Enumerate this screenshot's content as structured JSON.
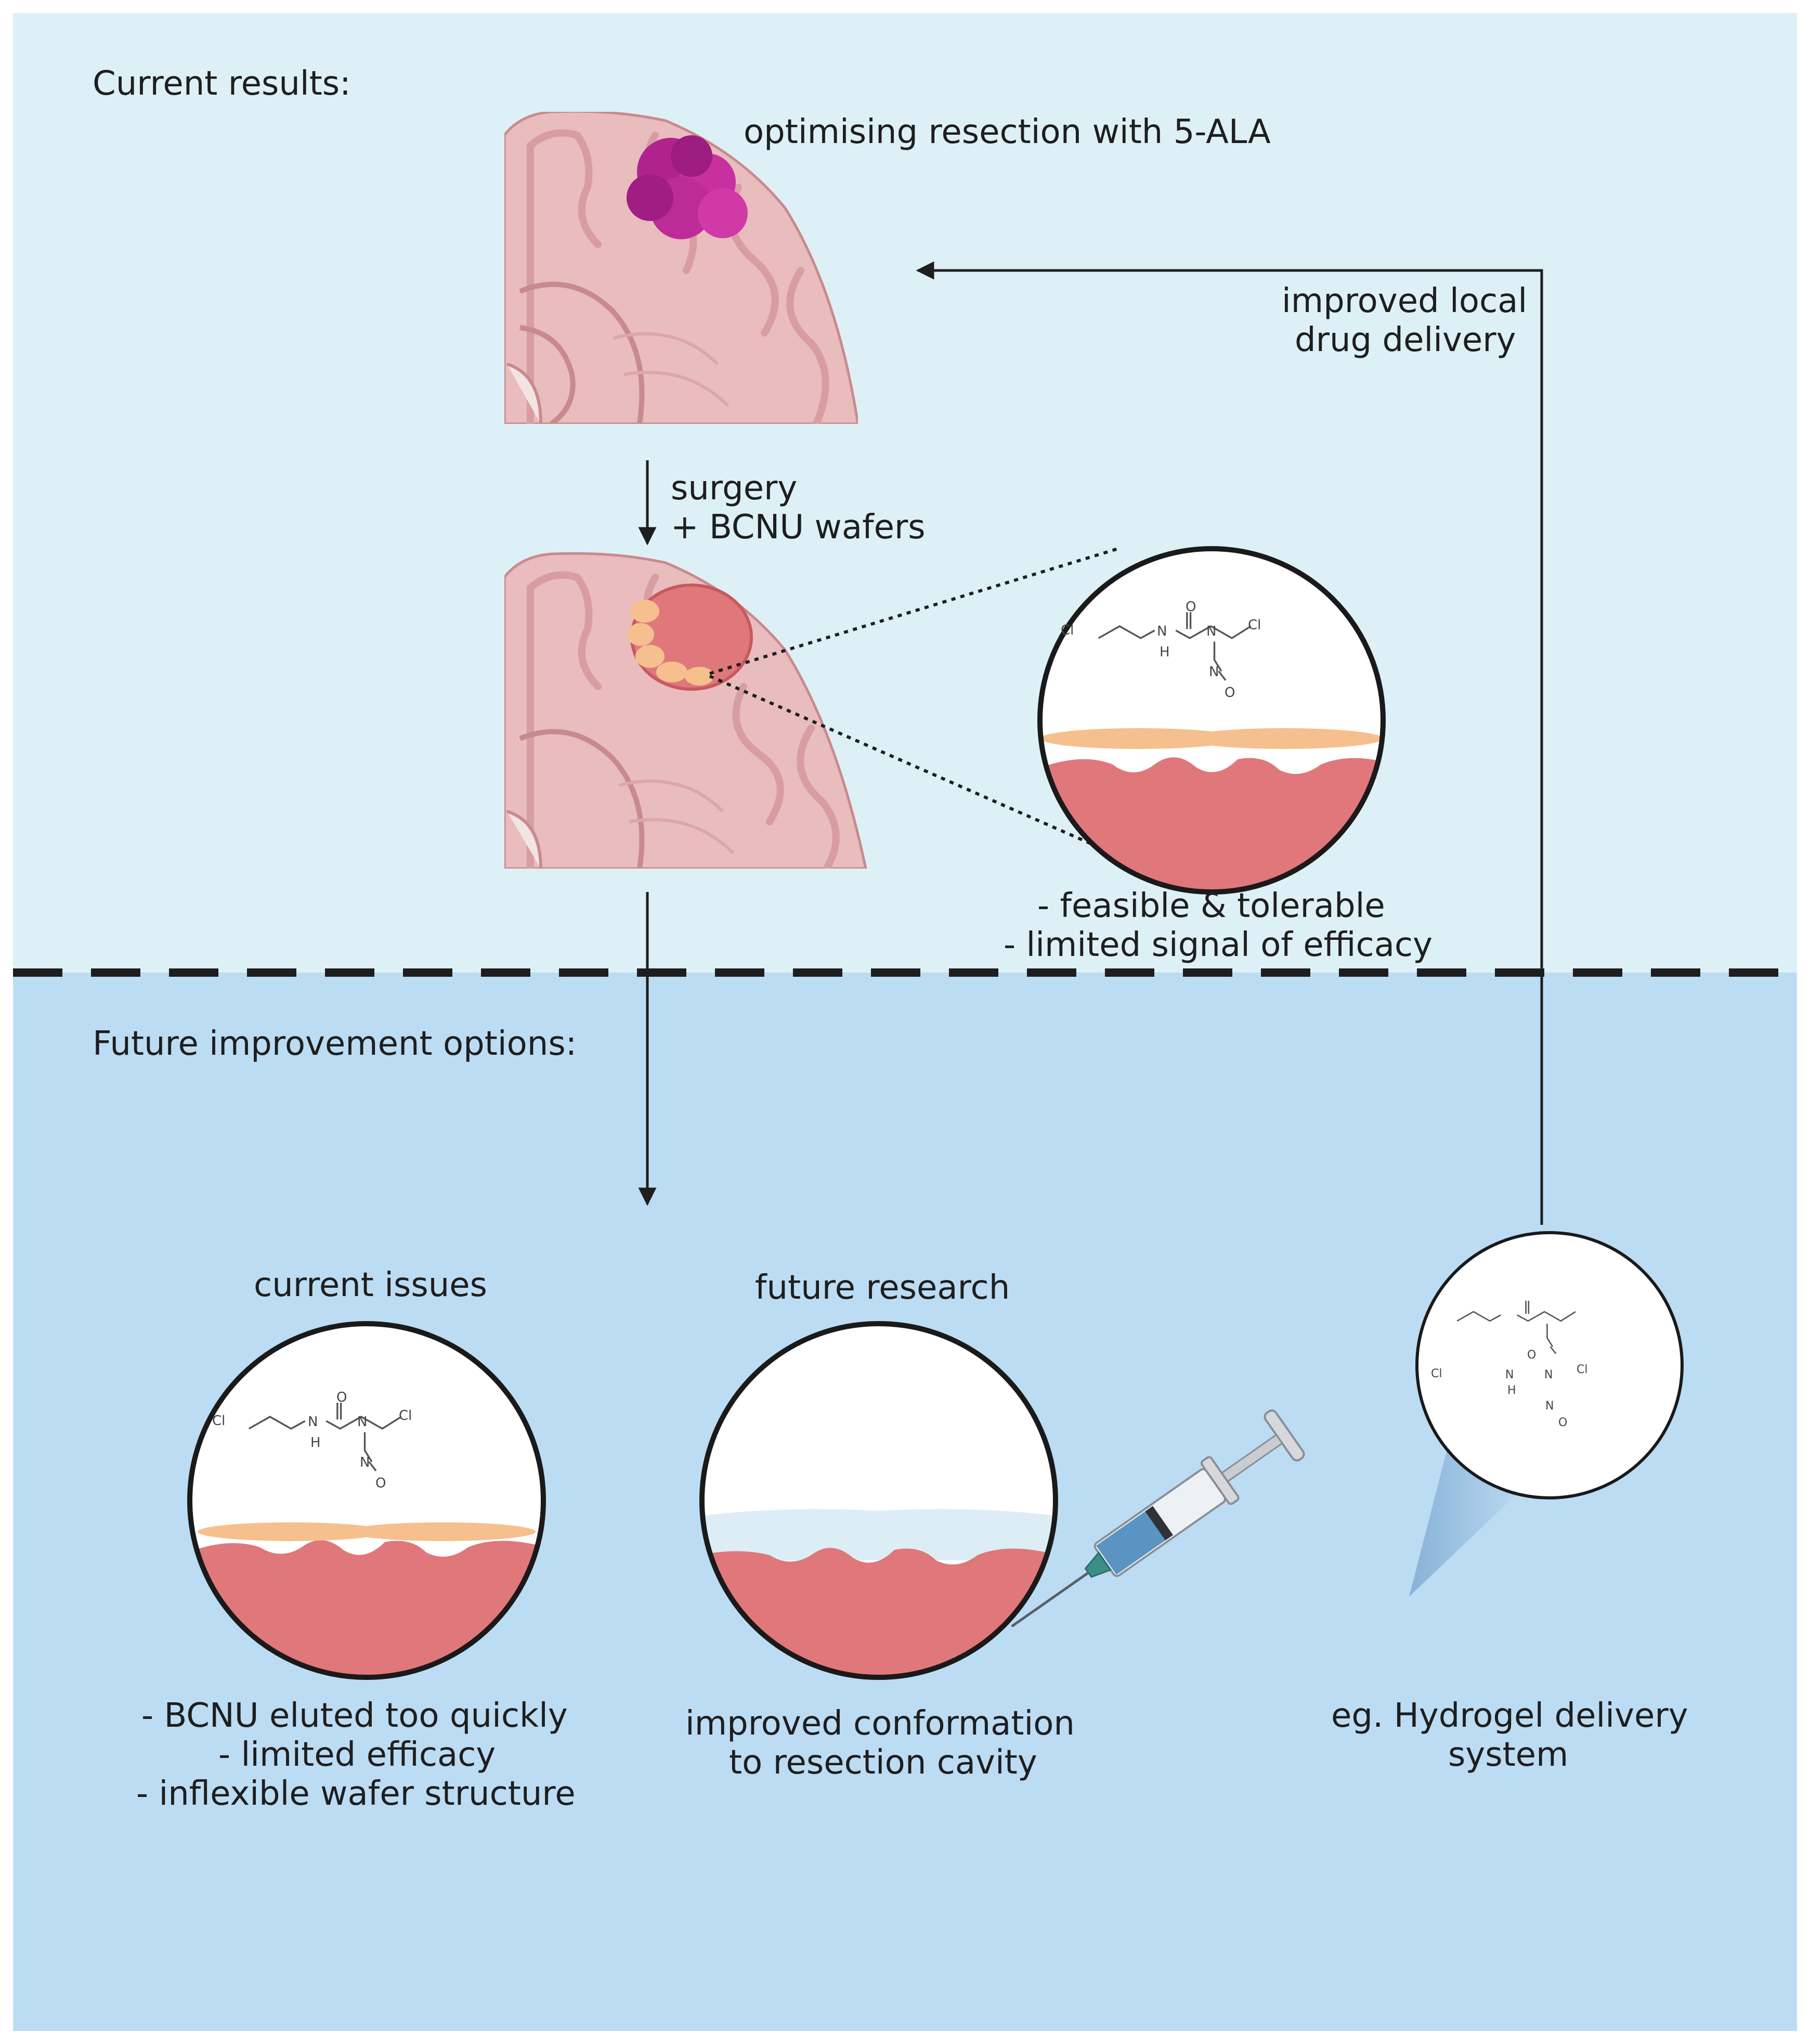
{
  "sections": {
    "top_title": "Current results:",
    "bottom_title": "Future improvement options:"
  },
  "brain_top": {
    "caption": "optimising resection with 5-ALA"
  },
  "step_arrow": {
    "line1": "surgery",
    "line2": "+ BCNU wafers"
  },
  "feedback_arrow": {
    "line1": "improved local",
    "line2": "drug delivery"
  },
  "zoom_result": {
    "line1": "- feasible & tolerable",
    "line2": "- limited signal of efficacy"
  },
  "current_issues": {
    "title": "current issues",
    "line1": "- BCNU eluted too quickly",
    "line2": "- limited efficacy",
    "line3": "- inflexible wafer structure"
  },
  "future_research": {
    "title": "future research",
    "line1": "improved conformation",
    "line2": "to resection cavity"
  },
  "hydrogel": {
    "line1": "eg. Hydrogel delivery",
    "line2": "system"
  },
  "molecule": {
    "cl": "Cl",
    "n": "N",
    "h": "H",
    "o": "O"
  },
  "colors": {
    "top_bg": "#ddf0f6",
    "bottom_bg": "#bcdcf3",
    "brain": "#e9bcbd",
    "brain_gyri": "#d89da0",
    "tumor": "#b0238f",
    "cavity": "#e0777a",
    "wafer": "#f5c08e",
    "hydrogel": "#dcedf5",
    "syringe_fluid": "#5a94c2"
  }
}
